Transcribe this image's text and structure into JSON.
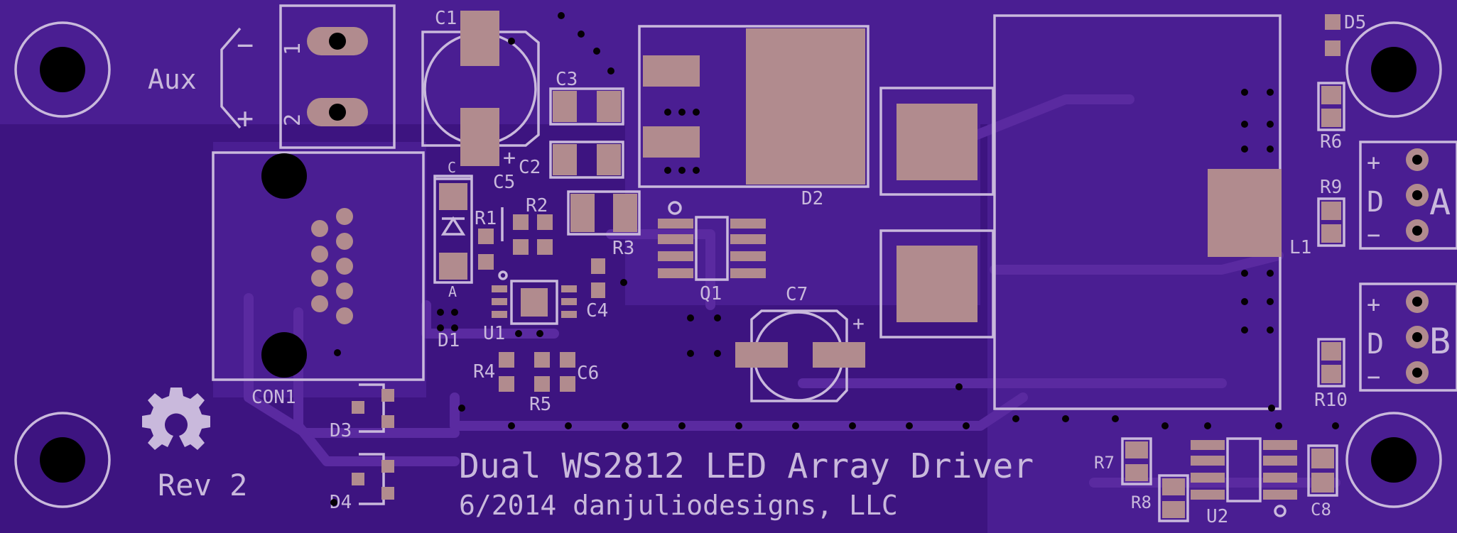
{
  "colors": {
    "board": "#3d1480",
    "pour": "#4a1e92",
    "trace": "#5a2aa0",
    "silkscreen": "#c9b9dc",
    "pad": "#b18b8e",
    "hole": "#000000"
  },
  "board": {
    "title": "Dual WS2812 LED Array Driver",
    "credit": "6/2014 danjuliodesigns, LLC",
    "revision": "Rev 2",
    "logo": "gear-logo"
  },
  "aux": {
    "label": "Aux",
    "minus": "−",
    "plus": "+",
    "pin1": "1",
    "pin2": "2"
  },
  "outputs": {
    "a": {
      "letter": "A",
      "plus": "+",
      "data": "D",
      "minus": "−"
    },
    "b": {
      "letter": "B",
      "plus": "+",
      "data": "D",
      "minus": "−"
    }
  },
  "refdes": {
    "c1": "C1",
    "c2": "C2",
    "c3": "C3",
    "c4": "C4",
    "c5": "C5",
    "c6": "C6",
    "c7": "C7",
    "c8": "C8",
    "d1": "D1",
    "d2": "D2",
    "d3": "D3",
    "d4": "D4",
    "d5": "D5",
    "r1": "R1",
    "r2": "R2",
    "r3": "R3",
    "r4": "R4",
    "r5": "R5",
    "r6": "R6",
    "r7": "R7",
    "r8": "R8",
    "r9": "R9",
    "r10": "R10",
    "q1": "Q1",
    "u1": "U1",
    "u2": "U2",
    "l1": "L1",
    "con1": "CON1"
  },
  "polarity": {
    "d1_cathode": "C",
    "d1_anode": "A",
    "c1_plus": "+",
    "c7_plus": "+"
  }
}
